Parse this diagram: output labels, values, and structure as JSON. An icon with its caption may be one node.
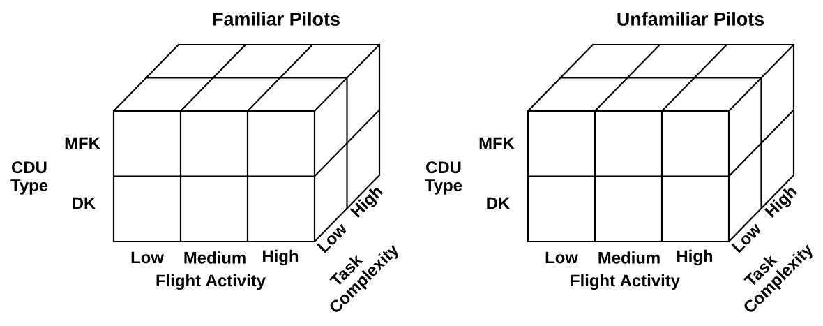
{
  "diagram": {
    "labels": [
      "Familiar Pilots",
      "MFK",
      "CDU Type",
      "DK",
      "Low",
      "Medium",
      "High",
      "Flight Activity",
      "Low",
      "High",
      "Task Complexity",
      "Unfamiliar Pilots",
      "MFK",
      "CDU Type",
      "DK",
      "Low",
      "Medium",
      "High",
      "Flight Activity",
      "Low",
      "High",
      "Task Complexity"
    ]
  }
}
